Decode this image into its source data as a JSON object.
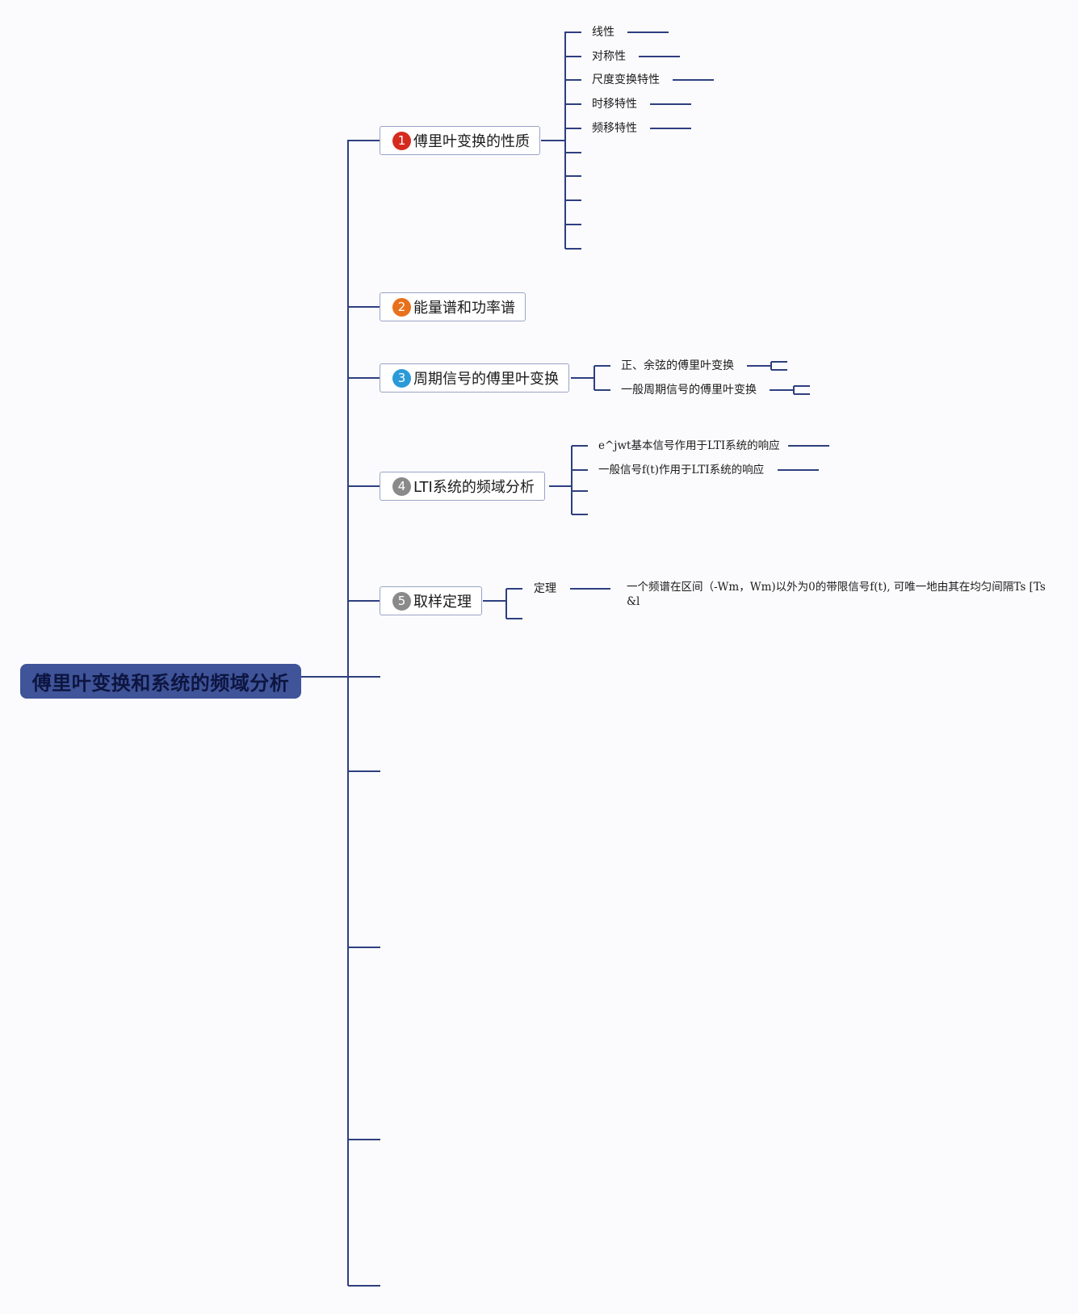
{
  "root": {
    "title": "傅里叶变换和系统的频域分析"
  },
  "topics": [
    {
      "number": "1",
      "badge_color": "#d42b1e",
      "label": "傅里叶变换的性质",
      "children": [
        "线性",
        "对称性",
        "尺度变换特性",
        "时移特性",
        "频移特性"
      ]
    },
    {
      "number": "2",
      "badge_color": "#e8701a",
      "label": "能量谱和功率谱",
      "children": []
    },
    {
      "number": "3",
      "badge_color": "#2a9ad8",
      "label": "周期信号的傅里叶变换",
      "children": [
        "正、余弦的傅里叶变换",
        "一般周期信号的傅里叶变换"
      ]
    },
    {
      "number": "4",
      "badge_color": "#8a8a8a",
      "label": "LTI系统的频域分析",
      "children": [
        "e^jwt基本信号作用于LTI系统的响应",
        "一般信号f(t)作用于LTI系统的响应"
      ]
    },
    {
      "number": "5",
      "badge_color": "#8a8a8a",
      "label": "取样定理",
      "children": [
        "定理"
      ],
      "note": "一个频谱在区间（-Wm，Wm)以外为0的带限信号f(t), 可唯一地由其在均匀间隔Ts [Ts &l"
    }
  ],
  "colors": {
    "connector": "#2e3f7f",
    "root_fill": "#3f5499",
    "topic_border": "#9aa3c7",
    "background": "#fbfbfd"
  }
}
